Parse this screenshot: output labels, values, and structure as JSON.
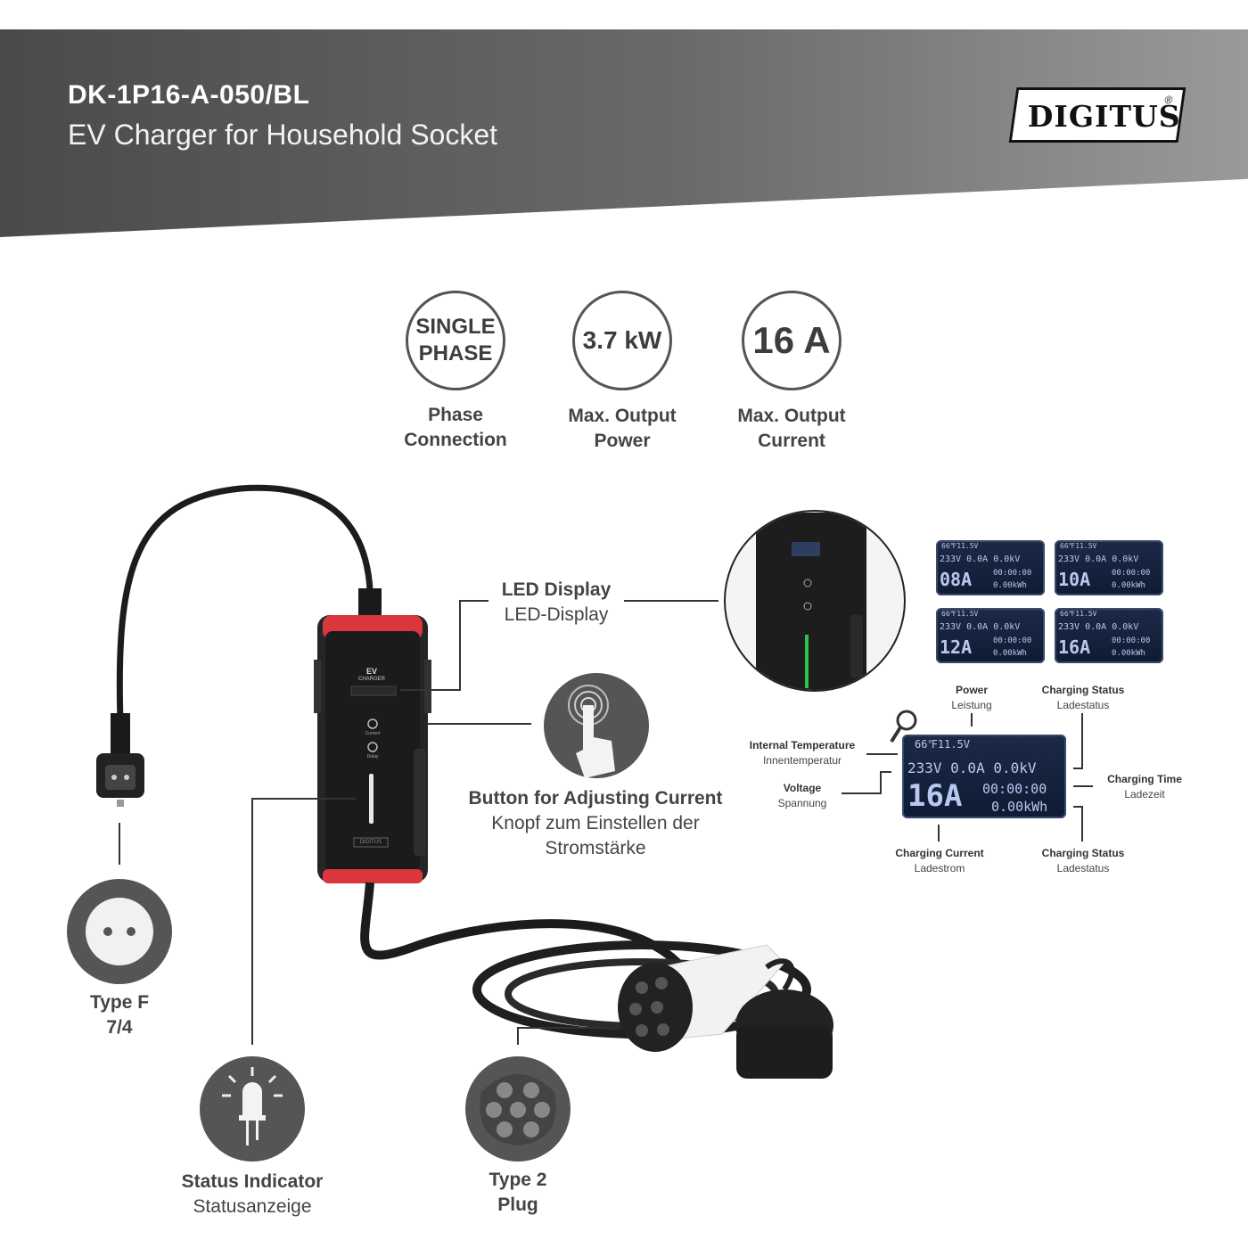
{
  "header": {
    "model": "DK-1P16-A-050/BL",
    "subtitle": "EV Charger for Household Socket",
    "brand": "DIGITUS",
    "brand_mark": "®"
  },
  "specs": [
    {
      "circle_line1": "SINGLE",
      "circle_line2": "PHASE",
      "label_line1": "Phase",
      "label_line2": "Connection"
    },
    {
      "circle_text": "3.7 kW",
      "label_line1": "Max. Output",
      "label_line2": "Power"
    },
    {
      "circle_text": "16 A",
      "label_line1": "Max. Output",
      "label_line2": "Current"
    }
  ],
  "device": {
    "title": "EV",
    "subtitle": "CHARGER",
    "btn1": "Current",
    "btn2": "Delay",
    "brand": "DIGITUS"
  },
  "callouts": {
    "led_display_en": "LED Display",
    "led_display_de": "LED-Display",
    "button_en": "Button for Adjusting Current",
    "button_de_1": "Knopf zum Einstellen der",
    "button_de_2": "Stromstärke",
    "typef_1": "Type F",
    "typef_2": "7/4",
    "status_en": "Status Indicator",
    "status_de": "Statusanzeige",
    "type2_1": "Type 2",
    "type2_2": "Plug"
  },
  "lcd_screens": [
    {
      "top": "66℉11.5V",
      "row1": "233V  0.0A 0.0kV",
      "big": "08A",
      "row2": "00:00:00",
      "row3": "0.00kWh"
    },
    {
      "top": "66℉11.5V",
      "row1": "233V  0.0A 0.0kV",
      "big": "10A",
      "row2": "00:00:00",
      "row3": "0.00kWh"
    },
    {
      "top": "66℉11.5V",
      "row1": "233V  0.0A 0.0kV",
      "big": "12A",
      "row2": "00:00:00",
      "row3": "0.00kWh"
    },
    {
      "top": "66℉11.5V",
      "row1": "233V  0.0A 0.0kV",
      "big": "16A",
      "row2": "00:00:00",
      "row3": "0.00kWh"
    }
  ],
  "lcd_main": {
    "top": "66℉11.5V",
    "row1": "233V  0.0A 0.0kV",
    "big": "16A",
    "row2": "00:00:00",
    "row3": "0.00kWh"
  },
  "lcd_labels": {
    "power_en": "Power",
    "power_de": "Leistung",
    "status_top_en": "Charging Status",
    "status_top_de": "Ladestatus",
    "temp_en": "Internal Temperature",
    "temp_de": "Innentemperatur",
    "voltage_en": "Voltage",
    "voltage_de": "Spannung",
    "time_en": "Charging Time",
    "time_de": "Ladezeit",
    "current_en": "Charging Current",
    "current_de": "Ladestrom",
    "status_bot_en": "Charging Status",
    "status_bot_de": "Ladestatus"
  },
  "colors": {
    "accent_red": "#d9363e",
    "led_green": "#2ec24a",
    "lcd_blue": "#1c2a48"
  }
}
